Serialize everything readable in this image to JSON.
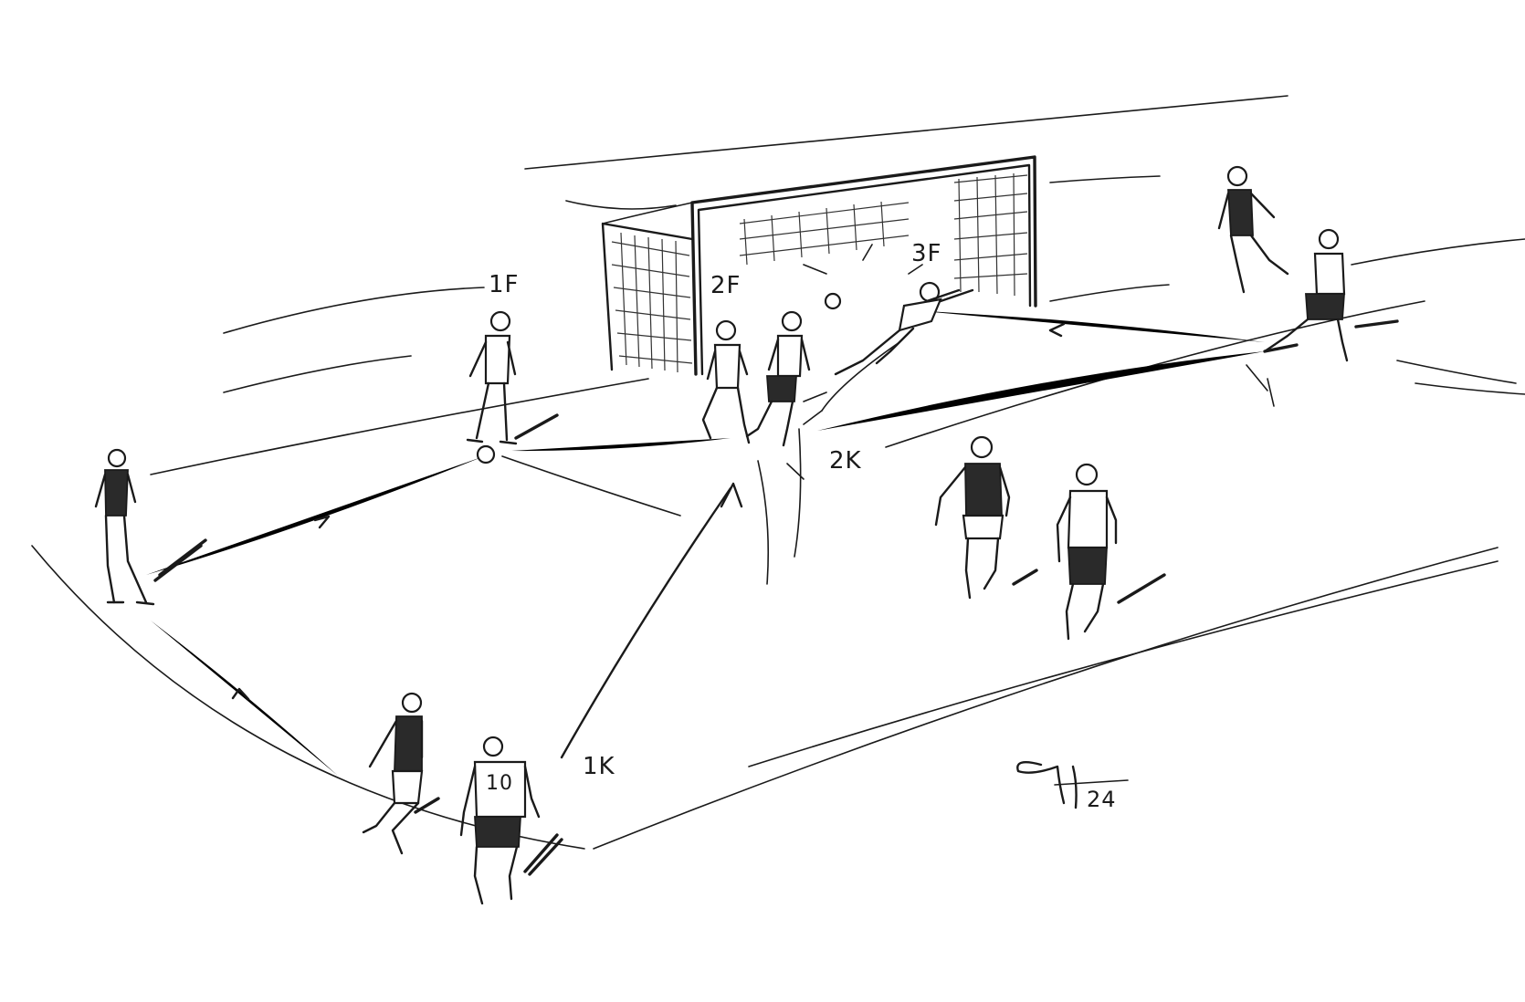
{
  "labels": {
    "l1f": "1F",
    "l2f": "2F",
    "l3f": "3F",
    "l1k": "1K",
    "l2k": "2K",
    "jersey": "10",
    "year": "24"
  },
  "icons": [
    "soccer-goal-icon",
    "soccer-ball-icon",
    "player-figure-icon",
    "artist-signature-icon"
  ],
  "colors": {
    "ink": "#1a1a1a",
    "paper": "#ffffff"
  }
}
